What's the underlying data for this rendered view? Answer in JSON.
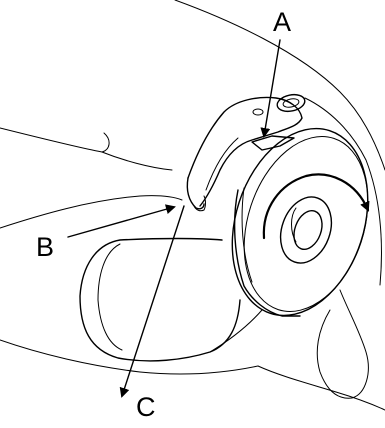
{
  "diagram": {
    "labels": {
      "a": "A",
      "b": "B",
      "c": "C"
    },
    "colors": {
      "ink": "#000000",
      "background": "#ffffff"
    }
  }
}
